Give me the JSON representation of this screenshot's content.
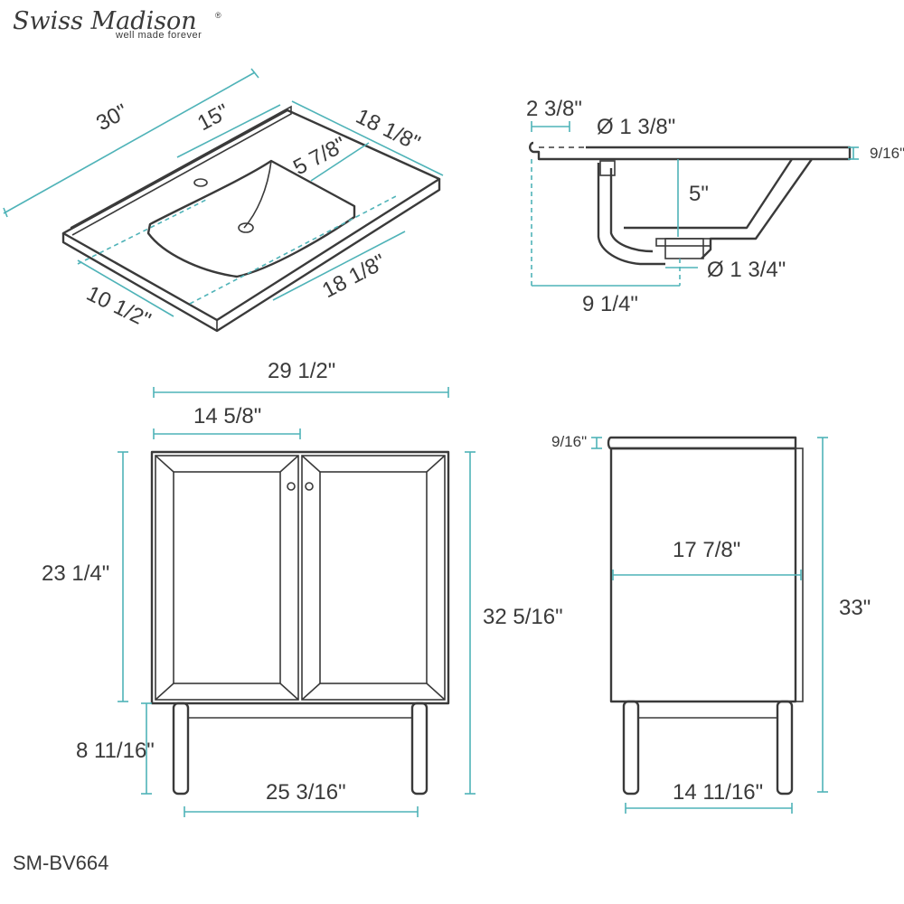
{
  "brand": {
    "name": "Swiss Madison",
    "registered": "®",
    "tagline": "well made forever"
  },
  "model": "SM-BV664",
  "top_view": {
    "width": "30\"",
    "center": "15\"",
    "depth": "18 1/8\"",
    "faucet_to_bowl": "5 7/8\"",
    "front_to_drain": "10 1/2\"",
    "depth_front": "18 1/8\""
  },
  "section_view": {
    "rim_offset": "2 3/8\"",
    "faucet_hole": "Ø 1 3/8\"",
    "top_thickness": "9/16\"",
    "bowl_depth": "5\"",
    "drain_diameter": "Ø 1 3/4\"",
    "drain_offset": "9 1/4\""
  },
  "front_view": {
    "overall_width": "29 1/2\"",
    "door_width": "14 5/8\"",
    "cabinet_height": "23 1/4\"",
    "total_height": "32 5/16\"",
    "leg_height": "8 11/16\"",
    "leg_span": "25 3/16\""
  },
  "side_view": {
    "top_thickness": "9/16\"",
    "depth": "17 7/8\"",
    "total_height": "33\"",
    "leg_span": "14 11/16\""
  },
  "colors": {
    "dimension": "#4fb3b8",
    "ink": "#3a3a3a"
  }
}
